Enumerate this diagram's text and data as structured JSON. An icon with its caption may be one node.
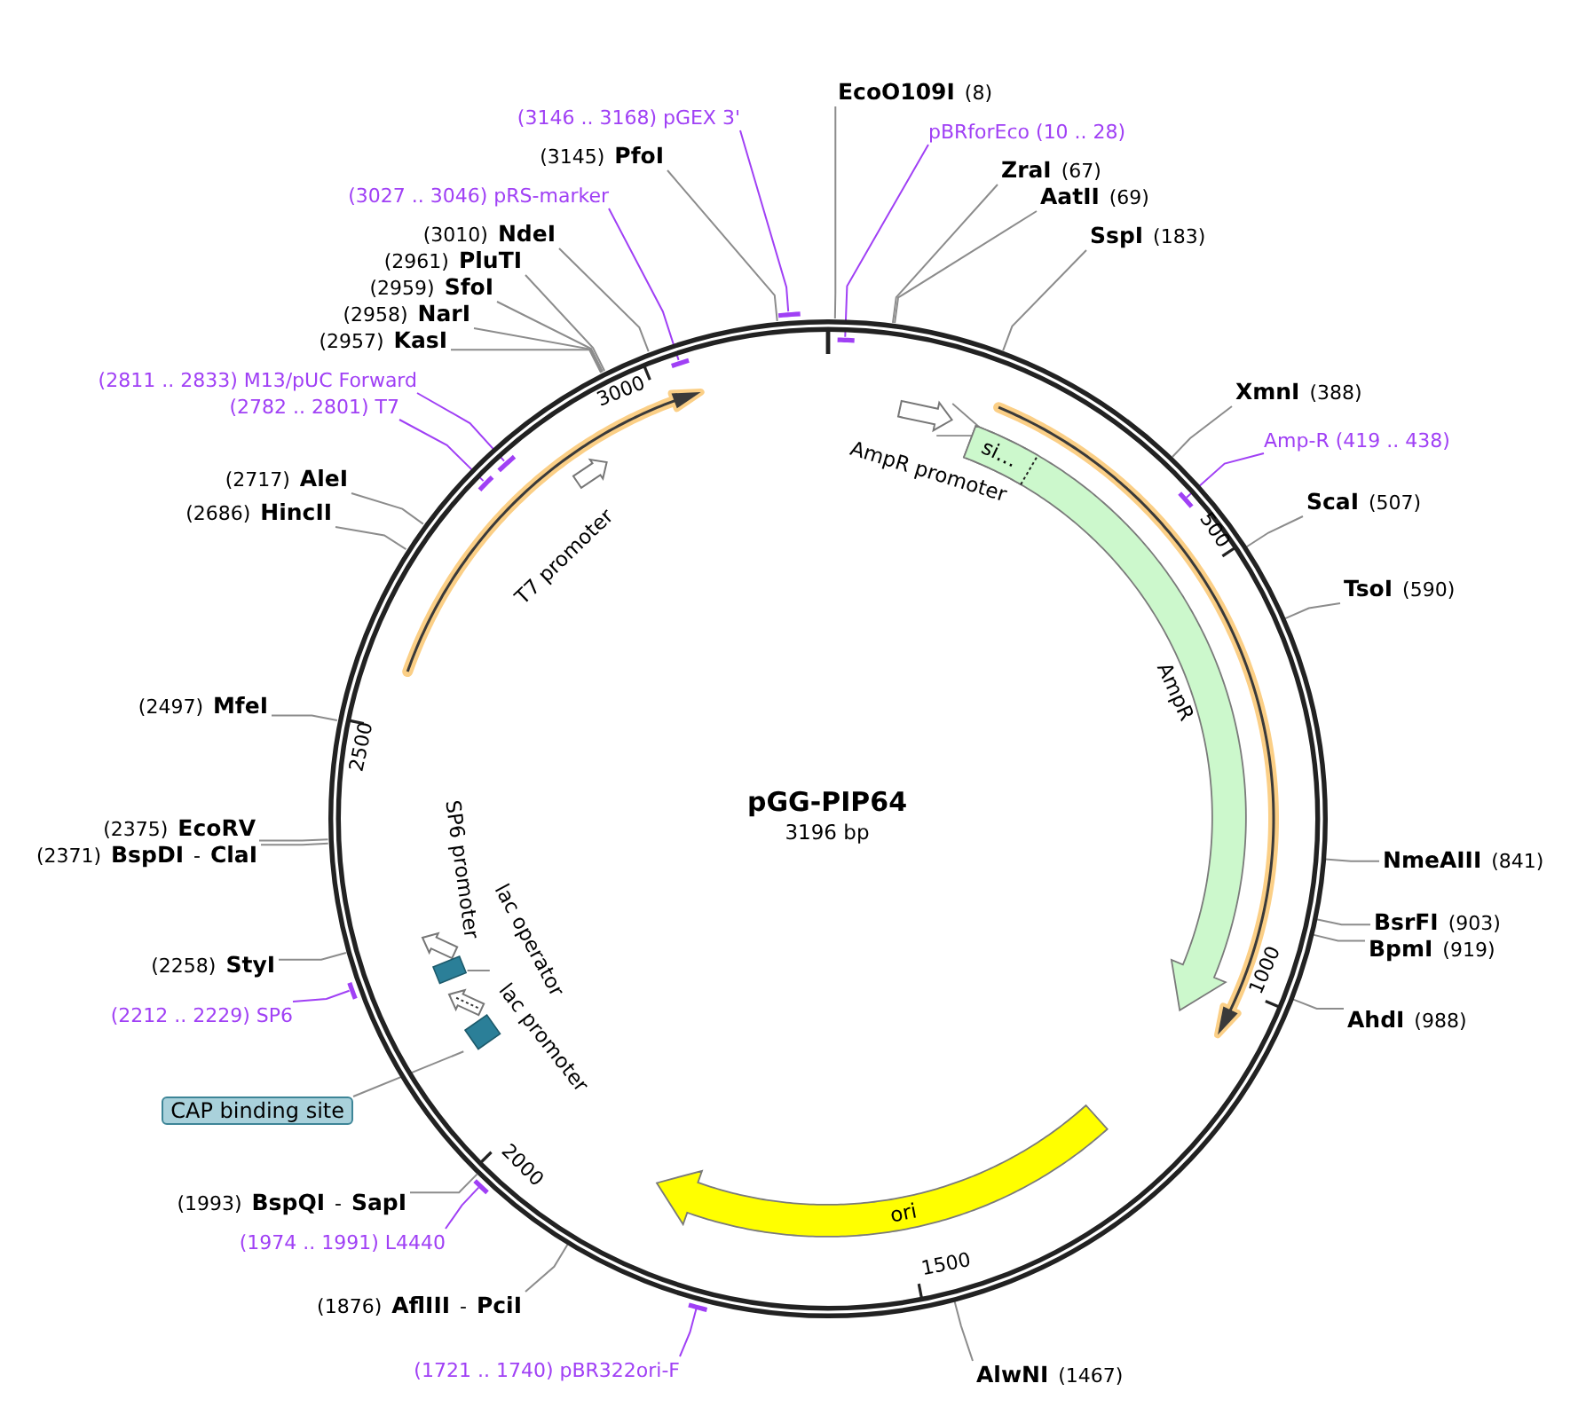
{
  "diagram": {
    "nodes": [
      {
        "text": [
          "pGG-PIP64",
          "3196 bp"
        ]
      },
      {
        "text": [
          "AmpR promoter"
        ],
        "in": 0
      },
      {
        "text": [
          "AmpR"
        ],
        "in": 0
      },
      {
        "text": [
          "si…"
        ],
        "in": 2
      },
      {
        "text": [
          "T7 promoter"
        ],
        "in": 0
      },
      {
        "text": [
          "SP6 promoter"
        ],
        "in": 0
      },
      {
        "text": [
          "lac operator"
        ],
        "in": 0
      },
      {
        "text": [],
        "shape": "box",
        "in": 0
      },
      {
        "text": [
          "lac promoter"
        ],
        "in": 0
      },
      {
        "text": [],
        "shape": "box",
        "in": 0
      },
      {
        "text": [
          "ori"
        ],
        "in": 0
      },
      {
        "text": [
          "**EcoO109I** (8)"
        ]
      },
      {
        "text": [
          "(3146 .. 3168) pGEX 3'"
        ]
      },
      {
        "text": [
          "pBRforEco (10 .. 28)"
        ]
      },
      {
        "text": [
          "(3145) **PfoI**"
        ]
      },
      {
        "text": [
          "**ZraI** (67)"
        ]
      },
      {
        "text": [
          "(3027 .. 3046) pRS-marker"
        ]
      },
      {
        "text": [
          "**AatII** (69)"
        ]
      },
      {
        "text": [
          "(3010) **NdeI**"
        ]
      },
      {
        "text": [
          "**SspI** (183)"
        ]
      },
      {
        "text": [
          "(2961) **PluTI**"
        ]
      },
      {
        "text": [
          "(2959) **SfoI**"
        ]
      },
      {
        "text": [
          "(2958) **NarI**"
        ]
      },
      {
        "text": [
          "(2957) **KasI**"
        ]
      },
      {
        "text": [
          "(2811 .. 2833) M13/pUC Forward"
        ]
      },
      {
        "text": [
          "**XmnI** (388)"
        ]
      },
      {
        "text": [
          "(2782 .. 2801) T7"
        ]
      },
      {
        "text": [
          "Amp-R (419 .. 438)"
        ]
      },
      {
        "text": [
          "(2717) **AleI**"
        ]
      },
      {
        "text": [
          "**ScaI** (507)"
        ]
      },
      {
        "text": [
          "(2686) **HincII**"
        ]
      },
      {
        "text": [
          "**TsoI** (590)"
        ]
      },
      {
        "text": [
          "(2497) **MfeI**"
        ]
      },
      {
        "text": [
          "(2375) **EcoRV**"
        ]
      },
      {
        "text": [
          "(2371) **BspDI** - **ClaI**"
        ]
      },
      {
        "text": [
          "**NmeAIII** (841)"
        ]
      },
      {
        "text": [
          "**BsrFI** (903)"
        ]
      },
      {
        "text": [
          "**BpmI** (919)"
        ]
      },
      {
        "text": [
          "(2258) **StyI**"
        ]
      },
      {
        "text": [
          "(2212 .. 2229) SP6"
        ]
      },
      {
        "text": [
          "**AhdI** (988)"
        ]
      },
      {
        "text": [
          "CAP binding site"
        ]
      },
      {
        "text": [
          "(1993) **BspQI** - **SapI**"
        ]
      },
      {
        "text": [
          "(1974 .. 1991) L4440"
        ]
      },
      {
        "text": [
          "(1876) **AflIII** - **PciI**"
        ]
      },
      {
        "text": [
          "(1721 .. 1740) pBR322ori-F"
        ]
      },
      {
        "text": [
          "**AlwNI** (1467)"
        ]
      }
    ],
    "edges": [
      {
        "from": 6,
        "to": 7,
        "arrow": "none"
      },
      {
        "from": 11,
        "to": 0,
        "arrow": "none"
      },
      {
        "from": 12,
        "to": 0,
        "arrow": "none",
        "color": "#a040f5"
      },
      {
        "from": 13,
        "to": 0,
        "arrow": "none",
        "color": "#a040f5"
      },
      {
        "from": 14,
        "to": 0,
        "arrow": "none"
      },
      {
        "from": 15,
        "to": 0,
        "arrow": "none"
      },
      {
        "from": 16,
        "to": 0,
        "arrow": "none",
        "color": "#a040f5"
      },
      {
        "from": 17,
        "to": 0,
        "arrow": "none"
      },
      {
        "from": 18,
        "to": 0,
        "arrow": "none"
      },
      {
        "from": 19,
        "to": 0,
        "arrow": "none"
      },
      {
        "from": 20,
        "to": 0,
        "arrow": "none"
      },
      {
        "from": 21,
        "to": 0,
        "arrow": "none"
      },
      {
        "from": 22,
        "to": 0,
        "arrow": "none"
      },
      {
        "from": 23,
        "to": 0,
        "arrow": "none"
      },
      {
        "from": 24,
        "to": 0,
        "arrow": "none",
        "color": "#a040f5"
      },
      {
        "from": 25,
        "to": 0,
        "arrow": "none"
      },
      {
        "from": 26,
        "to": 0,
        "arrow": "none",
        "color": "#a040f5"
      },
      {
        "from": 27,
        "to": 0,
        "arrow": "none",
        "color": "#a040f5"
      },
      {
        "from": 28,
        "to": 0,
        "arrow": "none"
      },
      {
        "from": 29,
        "to": 0,
        "arrow": "none"
      },
      {
        "from": 30,
        "to": 0,
        "arrow": "none"
      },
      {
        "from": 31,
        "to": 0,
        "arrow": "none"
      },
      {
        "from": 32,
        "to": 0,
        "arrow": "none"
      },
      {
        "from": 33,
        "to": 0,
        "arrow": "none"
      },
      {
        "from": 34,
        "to": 0,
        "arrow": "none"
      },
      {
        "from": 35,
        "to": 0,
        "arrow": "none"
      },
      {
        "from": 36,
        "to": 0,
        "arrow": "none"
      },
      {
        "from": 37,
        "to": 0,
        "arrow": "none"
      },
      {
        "from": 38,
        "to": 0,
        "arrow": "none"
      },
      {
        "from": 39,
        "to": 0,
        "arrow": "none",
        "color": "#a040f5"
      },
      {
        "from": 40,
        "to": 0,
        "arrow": "none"
      },
      {
        "from": 41,
        "to": 9,
        "arrow": "none"
      },
      {
        "from": 42,
        "to": 0,
        "arrow": "none"
      },
      {
        "from": 43,
        "to": 0,
        "arrow": "none",
        "color": "#a040f5"
      },
      {
        "from": 44,
        "to": 0,
        "arrow": "none"
      },
      {
        "from": 45,
        "to": 0,
        "arrow": "none",
        "color": "#a040f5"
      },
      {
        "from": 46,
        "to": 0,
        "arrow": "none"
      }
    ],
    "labels": [
      "3000",
      "500",
      "2500",
      "1000",
      "2000",
      "1500"
    ]
  }
}
